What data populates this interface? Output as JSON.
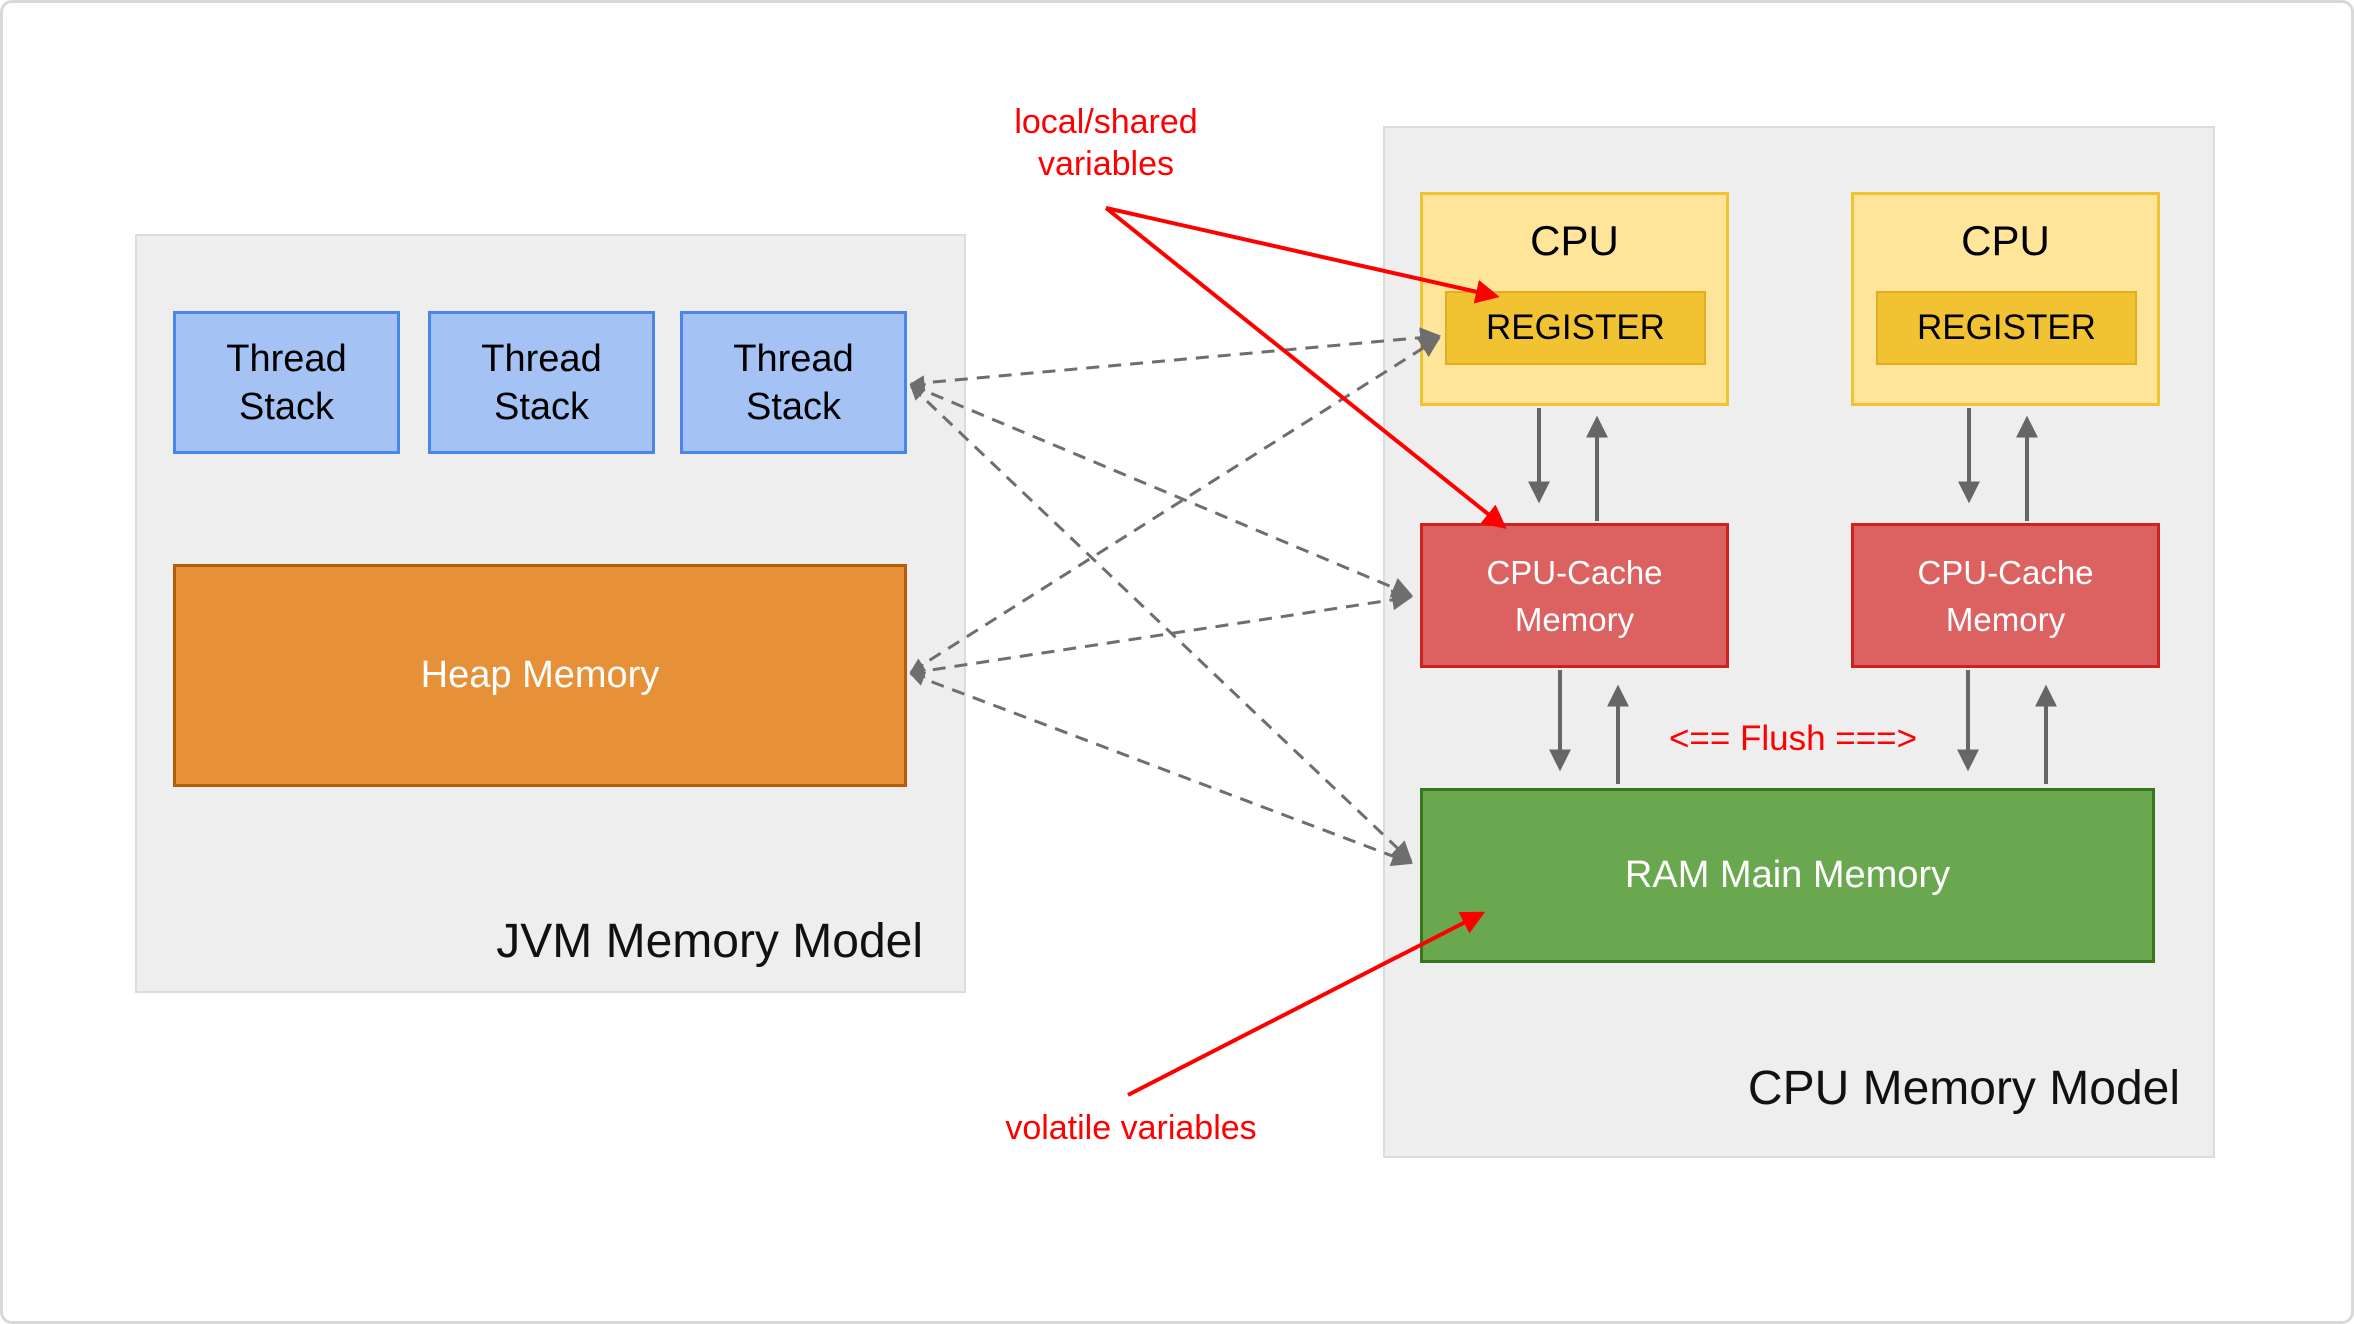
{
  "jvm_panel": {
    "title": "JVM Memory Model",
    "thread_stack": {
      "line1": "Thread",
      "line2": "Stack"
    },
    "heap_label": "Heap Memory"
  },
  "cpu_panel": {
    "title": "CPU Memory Model",
    "cpu_label": "CPU",
    "register_label": "REGISTER",
    "cache": {
      "line1": "CPU-Cache",
      "line2": "Memory"
    },
    "ram_label": "RAM Main Memory",
    "flush_label": "<== Flush ===>"
  },
  "annotations": {
    "local_shared": {
      "line1": "local/shared",
      "line2": "variables"
    },
    "volatile_label": "volatile variables"
  },
  "colors": {
    "thread_stack_fill": "#a4c2f4",
    "thread_stack_border": "#4a86e8",
    "heap_fill": "#e69138",
    "heap_border": "#b45f06",
    "cpu_fill": "#ffe599",
    "cpu_border": "#f1c232",
    "register_fill": "#f1c232",
    "cache_fill": "#dc6262",
    "cache_border": "#cc2222",
    "ram_fill": "#6aa84f",
    "ram_border": "#38761d",
    "panel_fill": "#eeeeee",
    "annotation_red": "#ff0000",
    "connector_gray": "#6e6e6e",
    "arrow_gray": "#666666"
  }
}
